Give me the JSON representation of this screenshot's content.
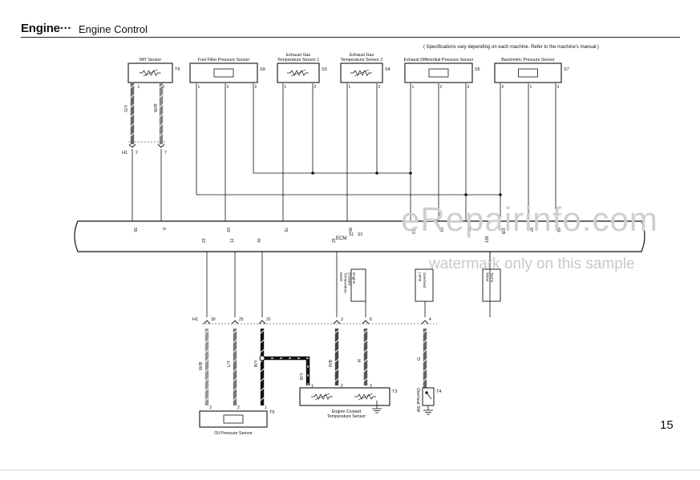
{
  "header": {
    "section": "Engine···",
    "title": "Engine Control"
  },
  "spec_note": "( Specifications vary depending on each machine. Refer to the machine's manual.)",
  "page_number": "15",
  "watermark": {
    "main": "eRepairinfo.com",
    "note": "watermark only on this sample"
  },
  "sensors_top": [
    {
      "id": "imt",
      "label": "IMT Sensor",
      "code": "T9",
      "pins": [
        "1",
        "2"
      ],
      "symbol": "thermistor"
    },
    {
      "id": "fuel-filter",
      "label": "Fuel Filter Pressure Sensor",
      "code": "S9",
      "pins": [
        "1",
        "3",
        "2"
      ],
      "symbol": "transducer"
    },
    {
      "id": "egt1",
      "label": "Exhaust Gas\nTemperature Sensor 1",
      "code": "S3",
      "pins": [
        "1",
        "2"
      ],
      "symbol": "thermistor"
    },
    {
      "id": "egt2",
      "label": "Exhaust Gas\nTemperature Sensor 2",
      "code": "S4",
      "pins": [
        "1",
        "2"
      ],
      "symbol": "thermistor"
    },
    {
      "id": "exh-diff",
      "label": "Exhaust Differential Pressure Sensor",
      "code": "S5",
      "pins": [
        "1",
        "2",
        "3"
      ],
      "symbol": "transducer"
    },
    {
      "id": "baro",
      "label": "Barometric Pressure Sensor",
      "code": "S7",
      "pins": [
        "2",
        "1",
        "3"
      ],
      "symbol": "transducer"
    }
  ],
  "imt_wires": [
    "G/Y",
    "W/R"
  ],
  "connector_h1_top": {
    "name": "H1",
    "pins": [
      "2",
      "7"
    ]
  },
  "ecm": {
    "label": "ECM",
    "codes": [
      "S1",
      "S3"
    ],
    "pins_top": [
      "55",
      "8",
      "63",
      "79",
      "80",
      "112",
      "84",
      "70",
      "105",
      "87",
      "69"
    ],
    "pins_bottom": [
      "23",
      "12",
      "40",
      "25",
      "128"
    ]
  },
  "meters": [
    {
      "id": "coolant-meter",
      "label": "Engine\nCoolant\nTemperature\nMeter"
    },
    {
      "id": "overheat-lamp",
      "label": "Overheat\nLamp"
    },
    {
      "id": "tacho-meter",
      "label": "Tacho\nMeter"
    }
  ],
  "connector_h1_bottom": {
    "name": "H1",
    "pins": [
      "30",
      "25",
      "20",
      "3",
      "8",
      "4"
    ]
  },
  "lower_wires": [
    "W/B",
    "L/Y",
    "B/Y",
    "R/B",
    "R",
    "G",
    "B/Y"
  ],
  "oil_sensor": {
    "label": "Oil Pressure Sensor",
    "code": "T5",
    "pins": [
      "3",
      "2",
      "1"
    ]
  },
  "coolant_sensor": {
    "label": "Engine Coolant\nTemperature Sensor",
    "code": "T3",
    "pins": [
      "1",
      "2",
      "3"
    ]
  },
  "overheat_sw": {
    "label": "Overheat SW",
    "code": "T4"
  }
}
